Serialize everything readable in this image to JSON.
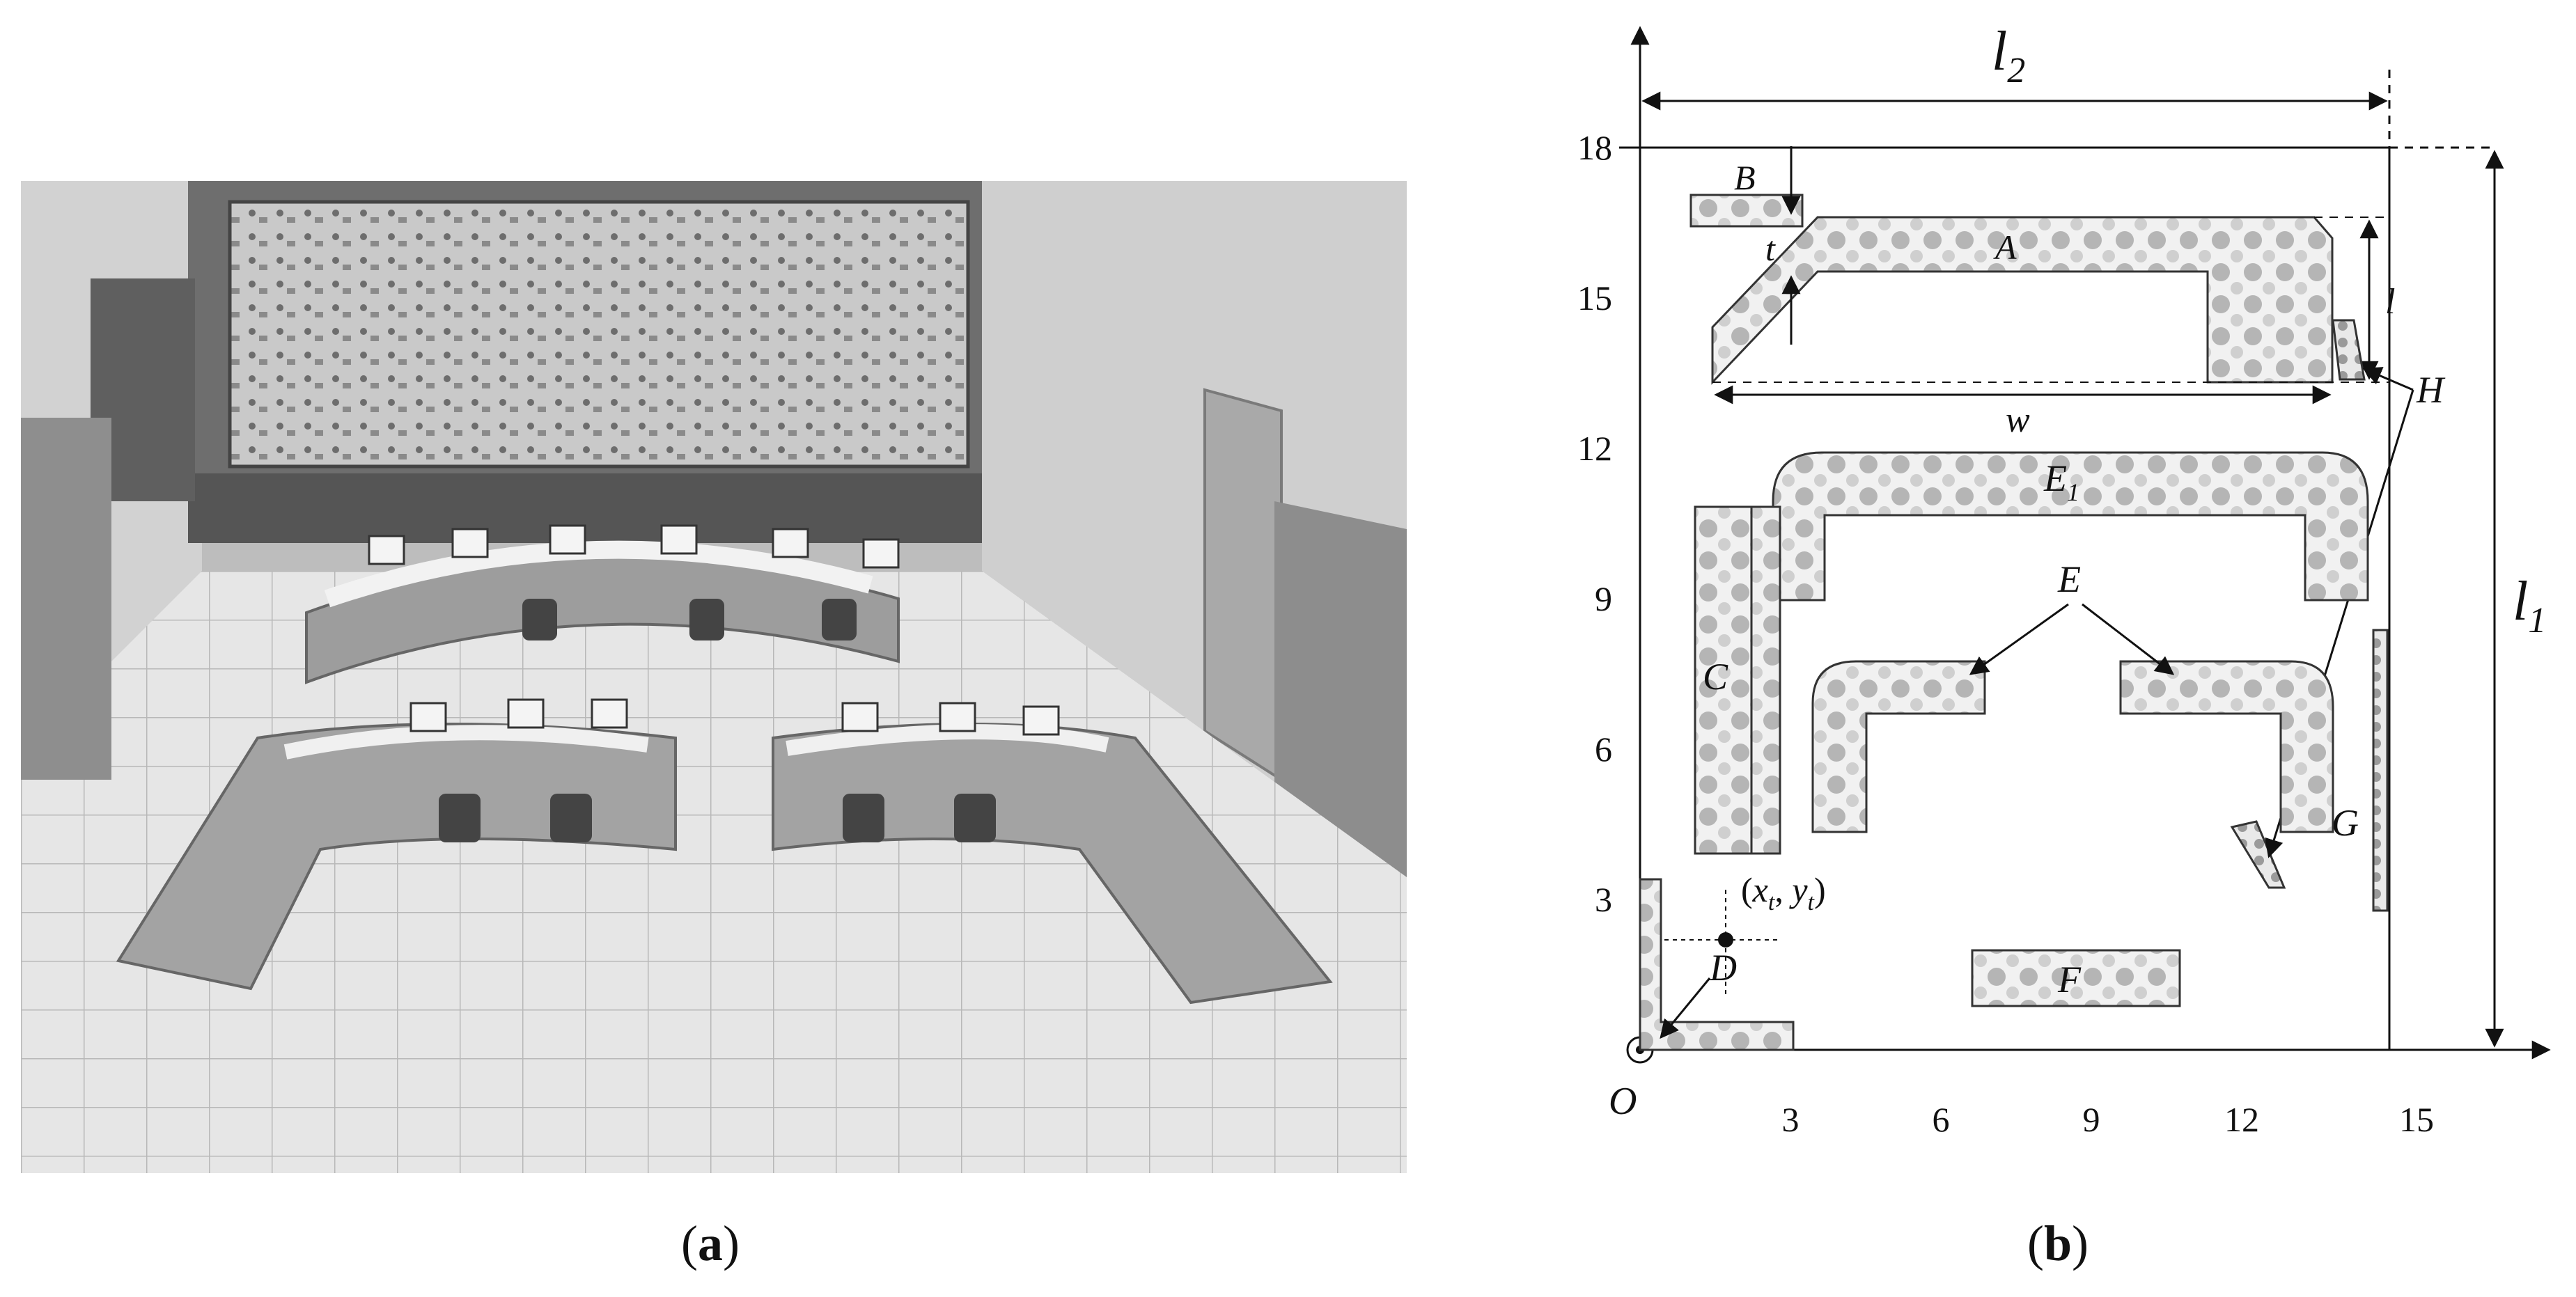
{
  "captions": {
    "a": "a",
    "b": "b"
  },
  "diagram": {
    "y_ticks": [
      "18",
      "15",
      "12",
      "9",
      "6",
      "3"
    ],
    "x_ticks": [
      "3",
      "6",
      "9",
      "12",
      "15"
    ],
    "origin": "O",
    "dimension_labels": {
      "l2": "l",
      "l2_sub": "2",
      "l1": "l",
      "l1_sub": "1",
      "t": "t",
      "l": "l",
      "w": "w"
    },
    "regions": {
      "A": "A",
      "B": "B",
      "C": "C",
      "D": "D",
      "E1": "E",
      "E1_sub": "1",
      "E": "E",
      "F": "F",
      "G": "G",
      "H": "H"
    },
    "target_point_label": {
      "open": "(",
      "x": "x",
      "x_sub": "t",
      "sep": ", ",
      "y": "y",
      "y_sub": "t",
      "close": ")"
    }
  }
}
